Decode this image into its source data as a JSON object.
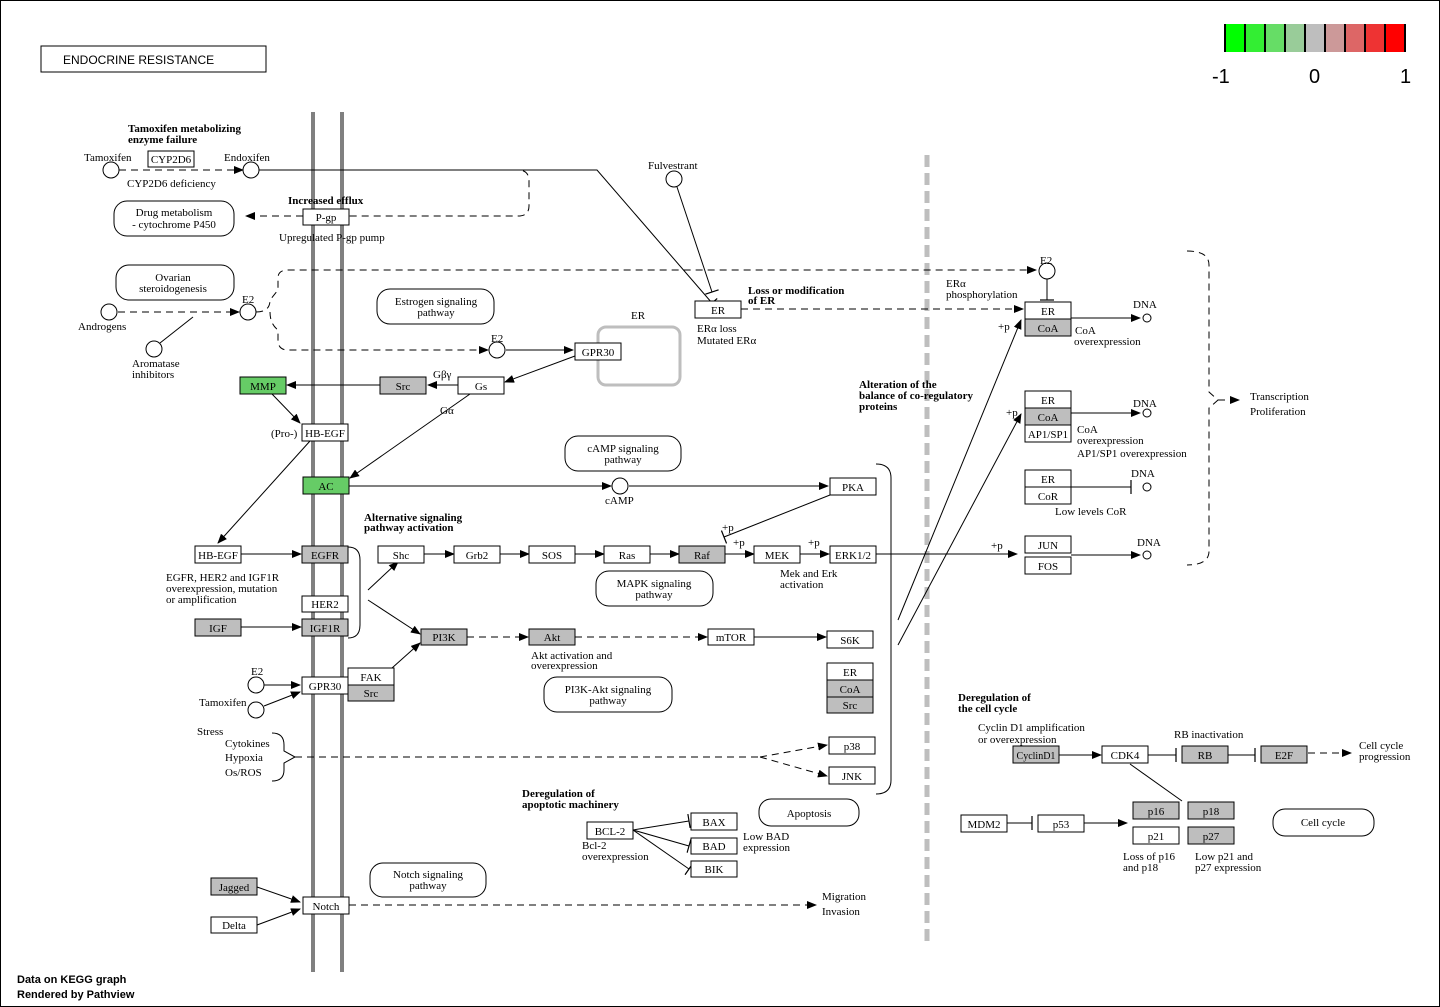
{
  "title": "ENDOCRINE RESISTANCE",
  "legend": {
    "min_label": "-1",
    "mid_label": "0",
    "max_label": "1",
    "colors": [
      "#00ff00",
      "#33ee33",
      "#66dd66",
      "#99cc99",
      "#bebebe",
      "#cc9999",
      "#dd6666",
      "#ee3333",
      "#ff0000"
    ]
  },
  "footer": {
    "line1": "Data on KEGG graph",
    "line2": "Rendered by Pathview"
  },
  "colors": {
    "membrane": "#808080",
    "nucleus_boundary": "#bebebe",
    "gene_default": "#ffffff",
    "gene_nodata": "#bebebe",
    "gene_down": "#66cc66"
  },
  "genes": [
    {
      "id": "g1",
      "label": "CYP2D6",
      "fill": "white"
    },
    {
      "id": "g2",
      "label": "P-gp",
      "fill": "white"
    },
    {
      "id": "g3",
      "label": "ER",
      "fill": "white"
    },
    {
      "id": "g4",
      "label": "GPR30",
      "fill": "white"
    },
    {
      "id": "g5",
      "label": "Gs",
      "fill": "white"
    },
    {
      "id": "g6",
      "label": "Src",
      "fill": "gray"
    },
    {
      "id": "g7",
      "label": "MMP",
      "fill": "green"
    },
    {
      "id": "g8",
      "label": "HB-EGF",
      "fill": "white"
    },
    {
      "id": "g9",
      "label": "AC",
      "fill": "green"
    },
    {
      "id": "g10",
      "label": "PKA",
      "fill": "white"
    },
    {
      "id": "g11",
      "label": "HB-EGF",
      "fill": "white"
    },
    {
      "id": "g12",
      "label": "EGFR",
      "fill": "gray"
    },
    {
      "id": "g13",
      "label": "HER2",
      "fill": "white"
    },
    {
      "id": "g14",
      "label": "IGF1R",
      "fill": "gray"
    },
    {
      "id": "g15",
      "label": "IGF",
      "fill": "gray"
    },
    {
      "id": "g16",
      "label": "Shc",
      "fill": "white"
    },
    {
      "id": "g17",
      "label": "Grb2",
      "fill": "white"
    },
    {
      "id": "g18",
      "label": "SOS",
      "fill": "white"
    },
    {
      "id": "g19",
      "label": "Ras",
      "fill": "white"
    },
    {
      "id": "g20",
      "label": "Raf",
      "fill": "gray"
    },
    {
      "id": "g21",
      "label": "MEK",
      "fill": "white"
    },
    {
      "id": "g22",
      "label": "ERK1/2",
      "fill": "white"
    },
    {
      "id": "g23",
      "label": "PI3K",
      "fill": "gray"
    },
    {
      "id": "g24",
      "label": "Akt",
      "fill": "gray"
    },
    {
      "id": "g25",
      "label": "mTOR",
      "fill": "white"
    },
    {
      "id": "g26",
      "label": "S6K",
      "fill": "white"
    },
    {
      "id": "g27",
      "label": "ER",
      "fill": "white"
    },
    {
      "id": "g28",
      "label": "CoA",
      "fill": "gray"
    },
    {
      "id": "g29",
      "label": "Src",
      "fill": "gray"
    },
    {
      "id": "g30",
      "label": "GPR30",
      "fill": "white"
    },
    {
      "id": "g31",
      "label": "FAK",
      "fill": "white"
    },
    {
      "id": "g32",
      "label": "Src",
      "fill": "gray"
    },
    {
      "id": "g33",
      "label": "p38",
      "fill": "white"
    },
    {
      "id": "g34",
      "label": "JNK",
      "fill": "white"
    },
    {
      "id": "g35",
      "label": "BCL-2",
      "fill": "white"
    },
    {
      "id": "g36",
      "label": "BAX",
      "fill": "white"
    },
    {
      "id": "g37",
      "label": "BAD",
      "fill": "white"
    },
    {
      "id": "g38",
      "label": "BIK",
      "fill": "white"
    },
    {
      "id": "g39",
      "label": "Jagged",
      "fill": "gray"
    },
    {
      "id": "g40",
      "label": "Delta",
      "fill": "white"
    },
    {
      "id": "g41",
      "label": "Notch",
      "fill": "white"
    },
    {
      "id": "g42",
      "label": "ER",
      "fill": "white"
    },
    {
      "id": "g43",
      "label": "CoA",
      "fill": "gray"
    },
    {
      "id": "g44",
      "label": "ER",
      "fill": "white"
    },
    {
      "id": "g45",
      "label": "CoA",
      "fill": "gray"
    },
    {
      "id": "g46",
      "label": "AP1/SP1",
      "fill": "white"
    },
    {
      "id": "g47",
      "label": "ER",
      "fill": "white"
    },
    {
      "id": "g48",
      "label": "CoR",
      "fill": "white"
    },
    {
      "id": "g49",
      "label": "JUN",
      "fill": "white"
    },
    {
      "id": "g50",
      "label": "FOS",
      "fill": "white"
    },
    {
      "id": "g51",
      "label": "CyclinD1",
      "fill": "gray"
    },
    {
      "id": "g52",
      "label": "CDK4",
      "fill": "white"
    },
    {
      "id": "g53",
      "label": "RB",
      "fill": "gray"
    },
    {
      "id": "g54",
      "label": "E2F",
      "fill": "gray"
    },
    {
      "id": "g55",
      "label": "MDM2",
      "fill": "white"
    },
    {
      "id": "g56",
      "label": "p53",
      "fill": "white"
    },
    {
      "id": "g57",
      "label": "p16",
      "fill": "gray"
    },
    {
      "id": "g58",
      "label": "p18",
      "fill": "gray"
    },
    {
      "id": "g59",
      "label": "p21",
      "fill": "white"
    },
    {
      "id": "g60",
      "label": "p27",
      "fill": "gray"
    }
  ],
  "pathways": [
    {
      "id": "m1",
      "lines": [
        "Drug metabolism",
        "- cytochrome P450"
      ]
    },
    {
      "id": "m2",
      "lines": [
        "Ovarian",
        "steroidogenesis"
      ]
    },
    {
      "id": "m3",
      "lines": [
        "Estrogen signaling",
        "pathway"
      ]
    },
    {
      "id": "m4",
      "lines": [
        "cAMP signaling",
        "pathway"
      ]
    },
    {
      "id": "m5",
      "lines": [
        "MAPK signaling",
        "pathway"
      ]
    },
    {
      "id": "m6",
      "lines": [
        "PI3K-Akt signaling",
        "pathway"
      ]
    },
    {
      "id": "m7",
      "lines": [
        "Apoptosis"
      ]
    },
    {
      "id": "m8",
      "lines": [
        "Notch signaling",
        "pathway"
      ]
    },
    {
      "id": "m9",
      "lines": [
        "Cell cycle"
      ]
    }
  ],
  "compounds": [
    {
      "id": "c1",
      "label": "Tamoxifen"
    },
    {
      "id": "c2",
      "label": "Endoxifen"
    },
    {
      "id": "c3",
      "label": "Fulvestrant"
    },
    {
      "id": "c4",
      "label": "Androgens"
    },
    {
      "id": "c5",
      "label": "E2"
    },
    {
      "id": "c6",
      "label": "Aromatase"
    },
    {
      "id": "c7",
      "label": "E2"
    },
    {
      "id": "c8",
      "label": "E2"
    },
    {
      "id": "c9",
      "label": "cAMP"
    },
    {
      "id": "c10",
      "label": "E2"
    },
    {
      "id": "c11",
      "label": "Tamoxifen"
    }
  ],
  "labels": {
    "l1": "Tamoxifen metabolizing",
    "l2": "enzyme failure",
    "l3": "CYP2D6 deficiency",
    "l4": "Increased efflux",
    "l5": "Upregulated P-gp pump",
    "l6": "inhibitors",
    "l7": "(Pro-)",
    "l8": "Gβγ",
    "l9": "Gα",
    "l10": "ER",
    "l11": "Loss or modification",
    "l12": "of ER",
    "l13": "ERα loss",
    "l14": "Mutated ERα",
    "l15": "ERα",
    "l16": "phosphorylation",
    "l17": "Alteration of the",
    "l18": "balance of co-regulatory",
    "l19": "proteins",
    "l20": "Alternative signaling",
    "l21": "pathway activation",
    "l22": "EGFR, HER2 and IGF1R",
    "l23": "overexpression, mutation",
    "l24": "or amplification",
    "l25": "+p",
    "l26": "+p",
    "l27": "+p",
    "l28": "Mek and Erk",
    "l29": "activation",
    "l30": "Akt activation and",
    "l31": "overexpression",
    "l32": "Stress",
    "l33": "Cytokines",
    "l34": "Hypoxia",
    "l35": "Os/ROS",
    "l36": "Deregulation of",
    "l37": "apoptotic machinery",
    "l38": "Bcl-2",
    "l39": "overexpression",
    "l40": "Low BAD",
    "l41": "expression",
    "l42": "Migration",
    "l43": "Invasion",
    "l44": "DNA",
    "l45": "CoA",
    "l46": "overexpression",
    "l47": "+p",
    "l48": "DNA",
    "l49": "CoA",
    "l50": "overexpression",
    "l51": "AP1/SP1 overexpression",
    "l52": "+p",
    "l53": "DNA",
    "l54": "Low levels CoR",
    "l55": "+p",
    "l56": "DNA",
    "l57": "Transcription",
    "l58": "Proliferation",
    "l59": "Deregulation of",
    "l60": "the cell cycle",
    "l61": "Cyclin D1 amplification",
    "l62": "or overexpression",
    "l63": "RB inactivation",
    "l64": "Cell cycle",
    "l65": "progression",
    "l66": "Loss of p16",
    "l67": "and p18",
    "l68": "Low p21 and",
    "l69": "p27 expression",
    "l70": "+p"
  }
}
